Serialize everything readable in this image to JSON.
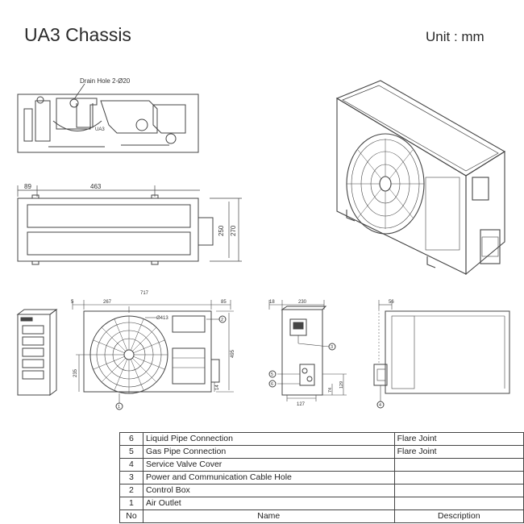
{
  "header": {
    "title": "UA3 Chassis",
    "unit": "Unit : mm"
  },
  "top_view": {
    "drain_label": "Drain Hole 2-Ø20",
    "mark": "UA3"
  },
  "front_view": {
    "dim_a": "89",
    "dim_b": "463",
    "dim_height_inner": "250",
    "dim_height_outer": "270"
  },
  "elevation_main": {
    "dim_left": "5",
    "dim_fan_center": "267",
    "dim_width": "717",
    "dim_right": "85",
    "dim_fan_dia": "Ø413",
    "dim_height": "495",
    "dim_fan_height": "235",
    "dim_foot": "14"
  },
  "side_right_view": {
    "dim_a": "18",
    "dim_b": "230",
    "dim_c": "74",
    "dim_d": "129",
    "dim_e": "127"
  },
  "side_left_view": {
    "dim_a": "56"
  },
  "callouts": [
    "1",
    "2",
    "3",
    "4",
    "5",
    "6"
  ],
  "parts_table": {
    "rows": [
      {
        "no": "6",
        "name": "Liquid Pipe Connection",
        "desc": "Flare Joint"
      },
      {
        "no": "5",
        "name": "Gas Pipe Connection",
        "desc": "Flare Joint"
      },
      {
        "no": "4",
        "name": "Service Valve Cover",
        "desc": ""
      },
      {
        "no": "3",
        "name": "Power and Communication Cable Hole",
        "desc": ""
      },
      {
        "no": "2",
        "name": "Control Box",
        "desc": ""
      },
      {
        "no": "1",
        "name": "Air Outlet",
        "desc": ""
      }
    ],
    "header": {
      "no": "No",
      "name": "Name",
      "desc": "Description"
    }
  }
}
